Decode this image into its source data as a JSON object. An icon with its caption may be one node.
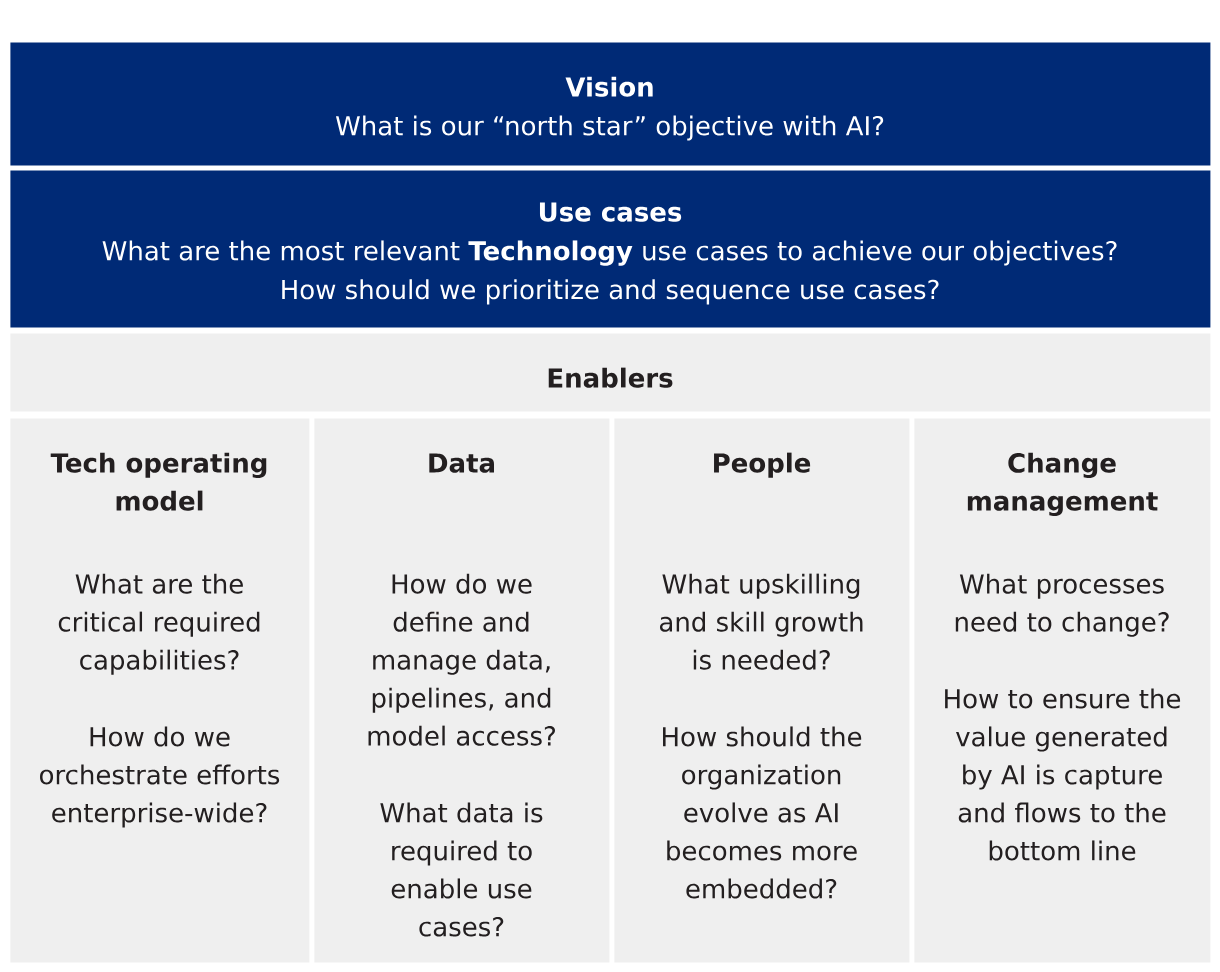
{
  "diagram": {
    "nodes": [
      {
        "text": [
          "Vision",
          "What is our “north star” objective with AI?"
        ]
      },
      {
        "text": [
          "Use cases",
          "What are the most relevant **Technology** use cases to achieve our objectives?",
          "How should we prioritize and sequence use cases?"
        ]
      },
      {
        "text": [
          "Enablers"
        ]
      },
      {
        "text": [
          "Tech operating model",
          "What are the critical required capabilities?",
          "How do we orchestrate efforts enterprise-wide?"
        ]
      },
      {
        "text": [
          "Data",
          "How do we define and manage data, pipelines, and model access?",
          "What data is required to enable use cases?"
        ]
      },
      {
        "text": [
          "People",
          "What upskilling and skill growth is needed?",
          "How should the organization evolve as AI becomes more embedded?"
        ]
      },
      {
        "text": [
          "Change management",
          "What processes need to change?",
          "How to ensure the value generated by AI is capture and flows to the bottom line"
        ]
      }
    ]
  }
}
